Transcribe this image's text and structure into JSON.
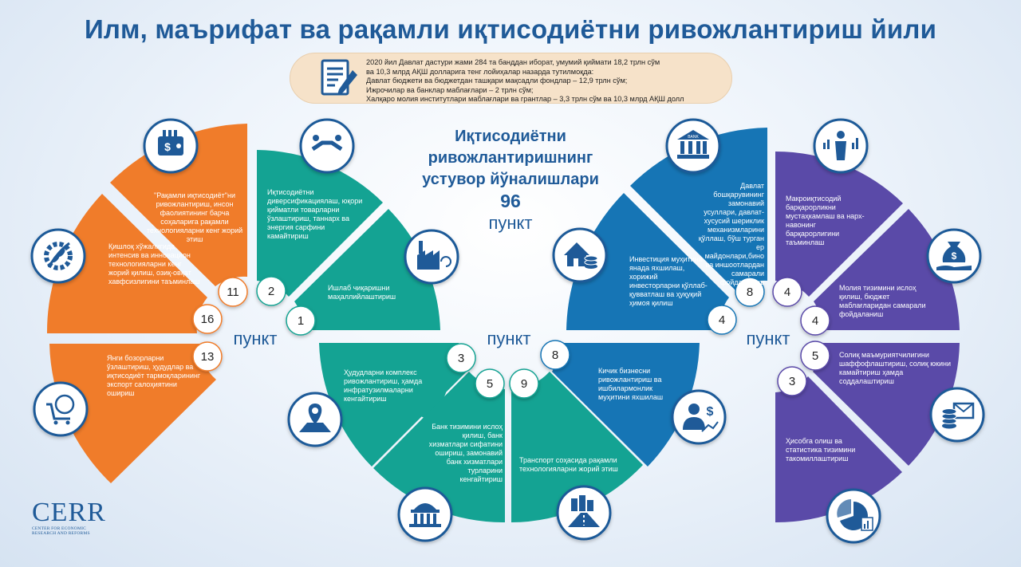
{
  "title": "Илм, маърифат ва рақамли иқтисодиётни ривожлантириш йили",
  "info": {
    "lines": [
      "2020 йил Давлат дастури жами 284 та банддан иборат, умумий қиймати 18,2 трлн сўм",
      "ва 10,3 млрд АҚШ долларига тенг лойиҳалар назарда тутилмоқда:",
      "Давлат бюджети ва бюджетдан ташқари мақсадли фондлар – 12,9 трлн сўм;",
      "Ижрочилар ва банклар маблағлари – 2 трлн сўм;",
      "Халқаро молия институтлари маблағлари ва грантлар – 3,3 трлн сўм ва 10,3 млрд АҚШ долл"
    ]
  },
  "center": {
    "line1": "Иқтисодиётни",
    "line2": "ривожлантиришнинг",
    "line3": "устувор йўналишлари",
    "number": "96",
    "unit": "пункт"
  },
  "punkt_label": "пункт",
  "colors": {
    "orange": "#f07c2a",
    "teal": "#14a393",
    "blue": "#1675b5",
    "purple": "#5a4aa8",
    "title": "#1f5a98"
  },
  "orange": {
    "seg1": {
      "text": "\"Рақамли иқтисодиёт\"ни ривожлантириш, инсон фаолиятининг барча соҳаларига рақамли технологияларни кенг жорий этиш",
      "number": "11",
      "icon": "wallet-money-icon"
    },
    "seg2": {
      "text": "Қишлоқ хўжалигида интенсив ва инновацион технологияларни кенг жорий қилиш, озиқ-овқат хавфсизлигини таъминлаш",
      "number": "16",
      "icon": "wheat-gear-icon"
    },
    "seg3": {
      "text": "Янги бозорларни ўзлаштириш, ҳудудлар ва иқтисодиёт тармоқларининг экспорт салоҳиятини ошириш",
      "number": "13",
      "icon": "cart-globe-icon"
    }
  },
  "teal": {
    "seg1": {
      "text": "Иқтисодиётни диверсификациялаш, юқори қийматли товарларни ўзлаштириш, таннарх ва энергия сарфини камайтириш",
      "number": "2",
      "icon": "handshake-icon"
    },
    "seg2": {
      "text": "Ишлаб чиқаришни маҳаллийлаштириш",
      "number": "1",
      "icon": "factory-icon"
    },
    "seg3": {
      "text": "Ҳудудларни комплекс ривожлантириш, ҳамда инфратузилмаларни кенгайтириш",
      "number": "3",
      "icon": "map-pin-icon"
    },
    "seg4": {
      "text": "Банк тизимини ислоҳ қилиш, банк хизматлари сифатини ошириш, замонавий банк хизматлари турларини кенгайтириш",
      "number": "5",
      "icon": "government-building-icon"
    },
    "seg5": {
      "text": "Транспорт соҳасида рақамли технологияларни жорий этиш",
      "number": "9",
      "icon": "road-city-icon"
    }
  },
  "blue": {
    "seg1": {
      "text": "Давлат бошқарувининг замонавий усуллари, давлат-хусусий шериклик механизмларини қўллаш, бўш турган ер майдонлари,бино ва иншоотлардан самарали фойдаланиш",
      "number": "8",
      "icon": "bank-icon"
    },
    "seg2": {
      "text": "Инвестиция муҳитини янада яхшилаш, хорижий инвесторларни қўллаб-қувватлаш ва ҳуқуқий ҳимоя қилиш",
      "number": "4",
      "icon": "house-coins-icon"
    },
    "seg3": {
      "text": "Кичик бизнесни ривожлантириш ва ишбилармонлик муҳитини яхшилаш",
      "number": "8",
      "icon": "businessman-dollar-icon"
    },
    "bank_sign": "BANK"
  },
  "purple": {
    "seg1": {
      "text": "Макроиқтисодий барқарорликни мустаҳкамлаш ва нарх-навонинг барқарорлигини таъминлаш",
      "number": "4",
      "icon": "analyst-charts-icon"
    },
    "seg2": {
      "text": "Молия тизимини ислоҳ қилиш, бюджет маблағларидан самарали фойдаланиш",
      "number": "4",
      "icon": "money-bag-hand-icon"
    },
    "seg3": {
      "text": "Солиқ маъмуриятчилигини шаффофлаштириш, солиқ юкини камайтириш ҳамда соддалаштириш",
      "number": "5",
      "icon": "coins-envelope-icon"
    },
    "seg4": {
      "text": "Ҳисобга олиш ва статистика тизимини такомиллаштириш",
      "number": "3",
      "icon": "pie-chart-icon"
    }
  },
  "logo": {
    "name": "CERR",
    "sub1": "CENTER FOR ECONOMIC",
    "sub2": "RESEARCH AND REFORMS"
  }
}
